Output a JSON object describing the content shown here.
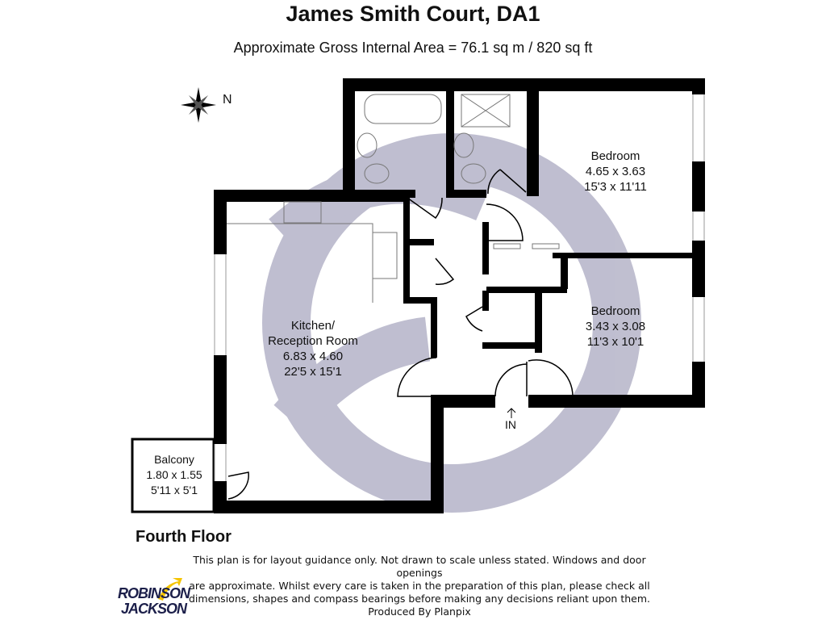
{
  "header": {
    "title": "James Smith Court, DA1",
    "subtitle": "Approximate Gross Internal Area = 76.1 sq m / 820 sq ft"
  },
  "compass": {
    "label": "N"
  },
  "rooms": {
    "bedroom1": {
      "name": "Bedroom",
      "metric": "4.65 x 3.63",
      "imperial": "15'3 x 11'11"
    },
    "bedroom2": {
      "name": "Bedroom",
      "metric": "3.43 x 3.08",
      "imperial": "11'3 x 10'1"
    },
    "kitchen": {
      "name1": "Kitchen/",
      "name2": "Reception Room",
      "metric": "6.83 x 4.60",
      "imperial": "22'5 x 15'1"
    },
    "balcony": {
      "name": "Balcony",
      "metric": "1.80 x 1.55",
      "imperial": "5'11 x 5'1"
    }
  },
  "entrance": {
    "label": "IN"
  },
  "floor_label": "Fourth Floor",
  "disclaimer": {
    "line1": "This plan is for layout guidance only. Not drawn to scale unless stated. Windows and door openings",
    "line2": "are approximate. Whilst every care is taken in the preparation of this plan, please check all",
    "line3": "dimensions, shapes and compass bearings before making any decisions reliant upon them.",
    "line4": "Produced By Planpix"
  },
  "logo": {
    "line1": "ROBINSON",
    "line2": "JACKSON"
  },
  "colors": {
    "wall": "#000000",
    "watermark": "#b9b8cb",
    "logo_navy": "#1c1f4a",
    "logo_yellow": "#f5c400"
  }
}
